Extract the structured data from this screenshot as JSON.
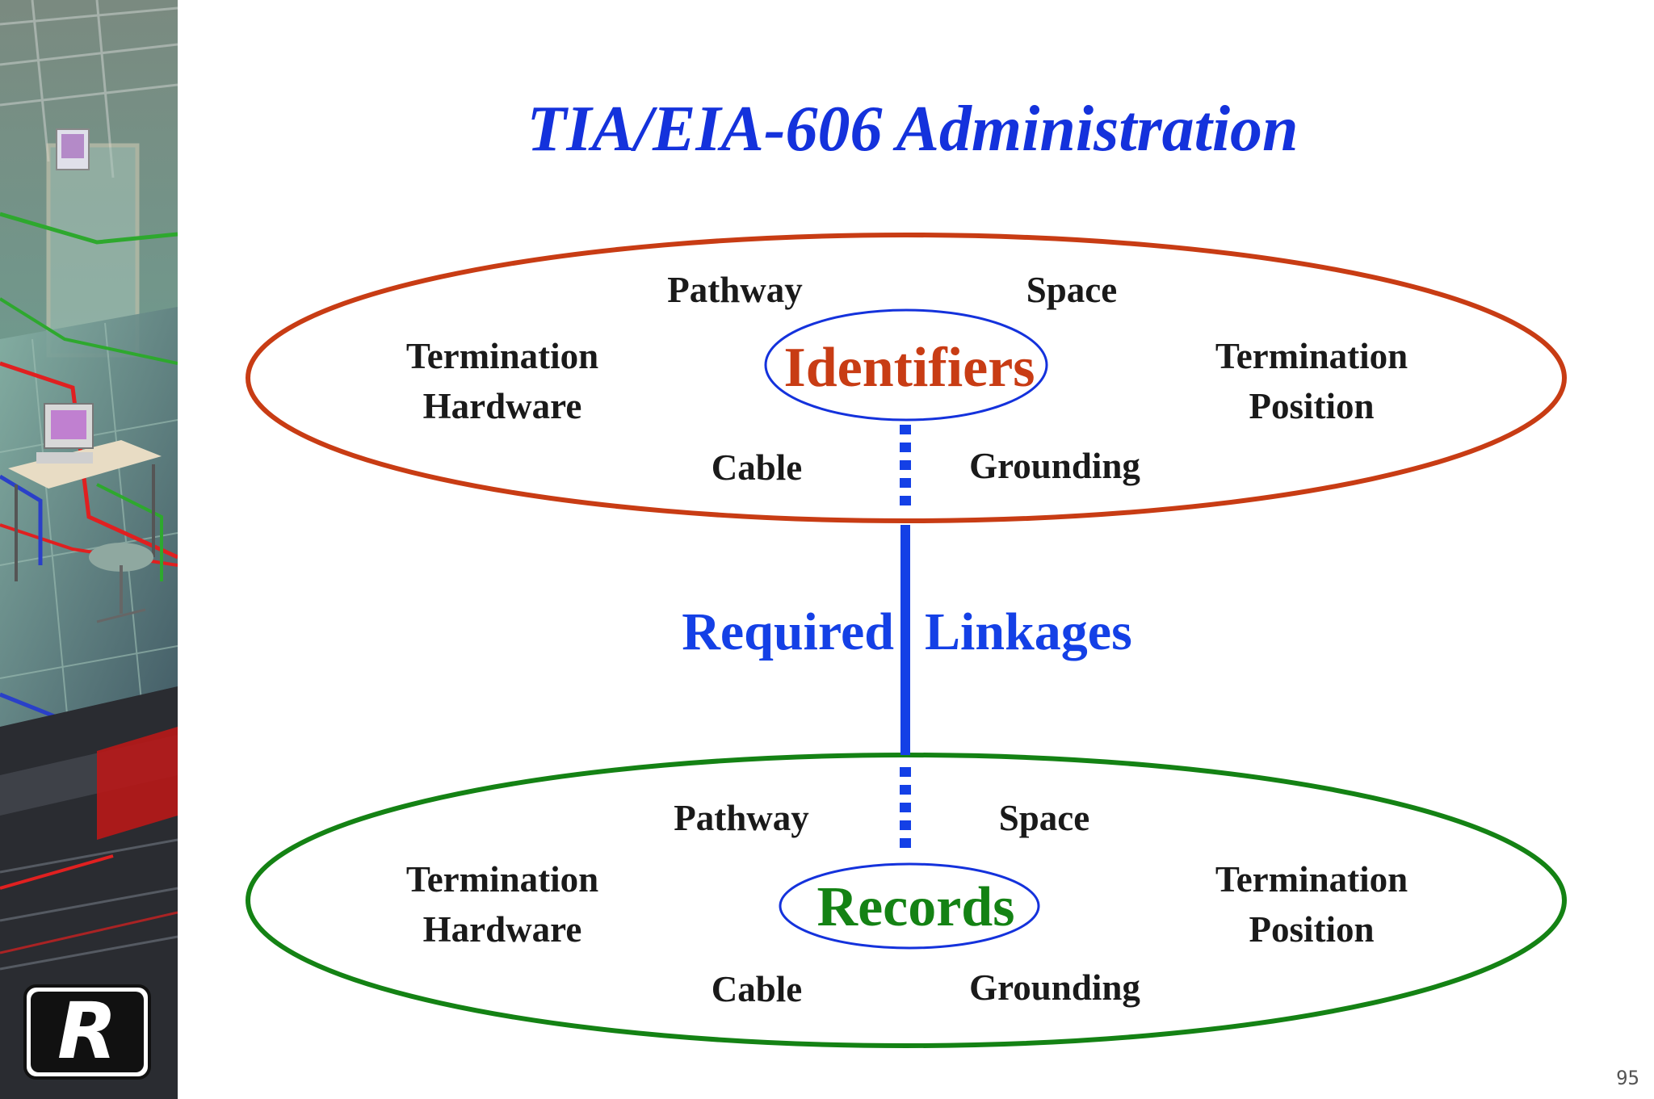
{
  "slide": {
    "title": "TIA/EIA-606 Administration",
    "page_number": "95"
  },
  "diagram": {
    "identifiers": {
      "center_label": "Identifiers",
      "pathway": "Pathway",
      "space": "Space",
      "termination_hardware": [
        "Termination",
        "Hardware"
      ],
      "termination_position": [
        "Termination",
        "Position"
      ],
      "cable": "Cable",
      "grounding": "Grounding"
    },
    "linkage": {
      "word1": "Required",
      "word2": "Linkages"
    },
    "records": {
      "center_label": "Records",
      "pathway": "Pathway",
      "space": "Space",
      "termination_hardware": [
        "Termination",
        "Hardware"
      ],
      "termination_position": [
        "Termination",
        "Position"
      ],
      "cable": "Cable",
      "grounding": "Grounding"
    }
  },
  "logo": {
    "letter": "R"
  },
  "colors": {
    "title": "#1432dc",
    "identifiers_ring": "#c83c14",
    "records_ring": "#148214",
    "linkage": "#1440e6",
    "center_ring": "#1432dc"
  }
}
